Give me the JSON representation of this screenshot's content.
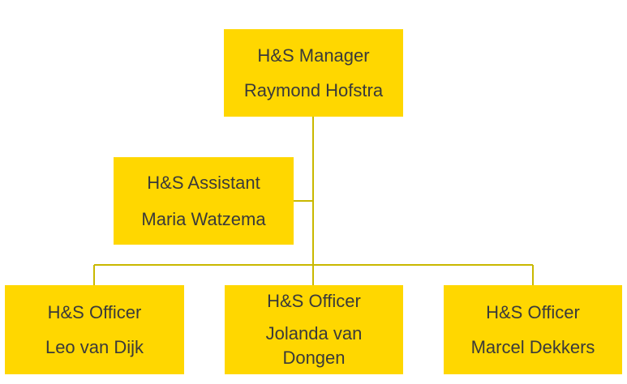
{
  "org_chart": {
    "manager": {
      "role": "H&S Manager",
      "name": "Raymond Hofstra"
    },
    "assistant": {
      "role": "H&S Assistant",
      "name": "Maria Watzema"
    },
    "officers": [
      {
        "role": "H&S Officer",
        "name": "Leo van Dijk"
      },
      {
        "role": "H&S Officer",
        "name": "Jolanda van Dongen"
      },
      {
        "role": "H&S Officer",
        "name": "Marcel Dekkers"
      }
    ]
  },
  "colors": {
    "box_fill": "#FFD700",
    "connector": "#C9B800",
    "text": "#3a3a3a"
  }
}
